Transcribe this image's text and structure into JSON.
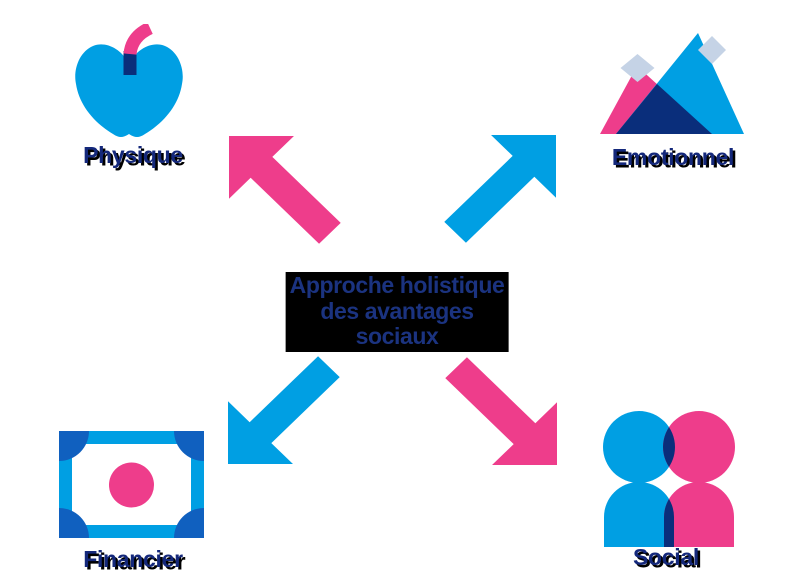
{
  "center": {
    "lines": [
      "Approche holistique",
      "des avantages",
      "sociaux"
    ]
  },
  "nodes": [
    {
      "id": "physique",
      "label": "Physique",
      "icon": "apple-icon",
      "position": "top-left"
    },
    {
      "id": "emotionnel",
      "label": "Emotionnel",
      "icon": "mountains-icon",
      "position": "top-right"
    },
    {
      "id": "financier",
      "label": "Financier",
      "icon": "banknote-icon",
      "position": "bottom-left"
    },
    {
      "id": "social",
      "label": "Social",
      "icon": "people-icon",
      "position": "bottom-right"
    }
  ],
  "arrows": [
    {
      "name": "expand-arrow-up-left",
      "color": "#EE3D8B"
    },
    {
      "name": "expand-arrow-up-right",
      "color": "#009FE3"
    },
    {
      "name": "expand-arrow-down-left",
      "color": "#009FE3"
    },
    {
      "name": "expand-arrow-down-right",
      "color": "#EE3D8B"
    }
  ],
  "colors": {
    "blue": "#009FE3",
    "pink": "#EE3D8B",
    "navy": "#0A2E7B",
    "label_navy": "#14287B",
    "center_text_navy": "#1B3380",
    "shadow_black": "#000000",
    "snow_cap": "#C5D3E6",
    "banknote_corner_blue": "#1060BF",
    "background": "#FFFFFF"
  }
}
